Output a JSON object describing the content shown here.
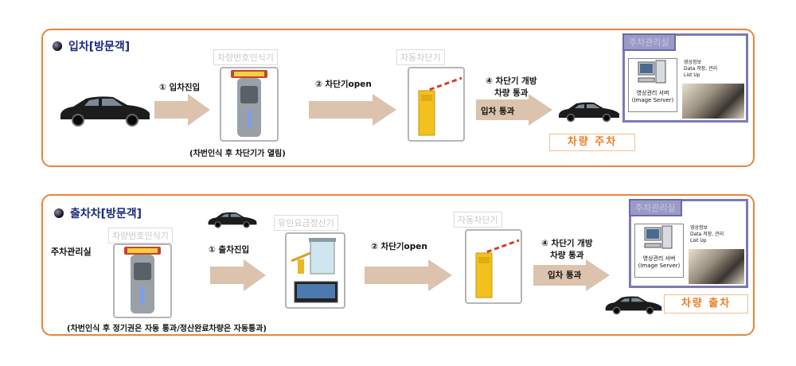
{
  "entry": {
    "title": "입차[방문객]",
    "lpr_label": "차량번호인식기",
    "step1": "① 입차진입",
    "lpr_caption": "(차번인식 후 차단기가 열림)",
    "step2": "② 차단기open",
    "barrier_label": "자동차단기",
    "step4_line1": "④ 차단기 개방",
    "step4_line2": "차량 통과",
    "pass_label": "입차 통과",
    "result": "차량 주차",
    "control_tab": "주차관리실",
    "server_line1": "영상관리 서버",
    "server_line2": "(Image Server)",
    "info_line1": "영상정보",
    "info_line2": "Data 저장, 관리",
    "info_line3": "List Up"
  },
  "exit": {
    "title": "출차차[방문객]",
    "side_label": "주차관리실",
    "lpr_label": "차량번호인식기",
    "step1": "① 출차진입",
    "payment_label": "유인요금정산기",
    "lpr_caption": "(차번인식 후 정기권은 자동 통과/정산완료차량은 자동통과)",
    "step2": "② 차단기open",
    "barrier_label": "자동차단기",
    "step4_line1": "④ 차단기 개방",
    "step4_line2": "차량 통과",
    "pass_label": "입차 통과",
    "result": "차량 출차",
    "control_tab": "주차관리실",
    "server_line1": "영상관리 서버",
    "server_line2": "(Image Server)",
    "info_line1": "영상정보",
    "info_line2": "Data 저장, 관리",
    "info_line3": "List Up"
  },
  "colors": {
    "panel_border": "#e8853a",
    "arrow_fill": "#dcc3ad",
    "title_text": "#1a2a7a",
    "result_text": "#f07a20",
    "control_border": "#7a7ab8"
  }
}
